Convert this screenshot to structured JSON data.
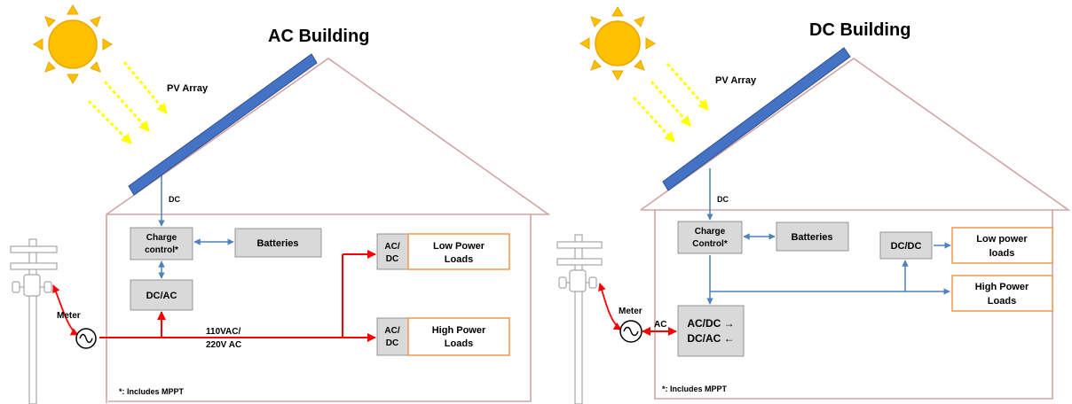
{
  "ac": {
    "title": "AC Building",
    "pv_label": "PV Array",
    "dc_label": "DC",
    "charge_line1": "Charge",
    "charge_line2": "control*",
    "batteries": "Batteries",
    "inverter": "DC/AC",
    "meter": "Meter",
    "bus_line1": "110VAC/",
    "bus_line2": "220V AC",
    "acdc_line1": "AC/",
    "acdc_line2": "DC",
    "low_line1": "Low Power",
    "low_line2": "Loads",
    "high_line1": "High Power",
    "high_line2": "Loads",
    "footnote": "*: Includes MPPT"
  },
  "dc": {
    "title": "DC Building",
    "pv_label": "PV Array",
    "dc_label": "DC",
    "charge_line1": "Charge",
    "charge_line2": "Control*",
    "batteries": "Batteries",
    "dcdc": "DC/DC",
    "low_line1": "Low power",
    "low_line2": "loads",
    "high_line1": "High Power",
    "high_line2": "Loads",
    "conv_line1": "AC/DC →",
    "conv_line2": "DC/AC ←",
    "meter": "Meter",
    "ac_label": "AC",
    "footnote": "*: Includes MPPT"
  },
  "colors": {
    "house_outline": "#d4a4a4",
    "panel_fill": "#4472c4",
    "panel_stroke": "#2f528f",
    "dc_wire": "#4f81bd",
    "ac_wire": "#ff0000",
    "box_fill": "#d9d9d9",
    "load_stroke": "#f79646",
    "sun_fill": "#ffc000",
    "ray_color": "#ffff00"
  }
}
